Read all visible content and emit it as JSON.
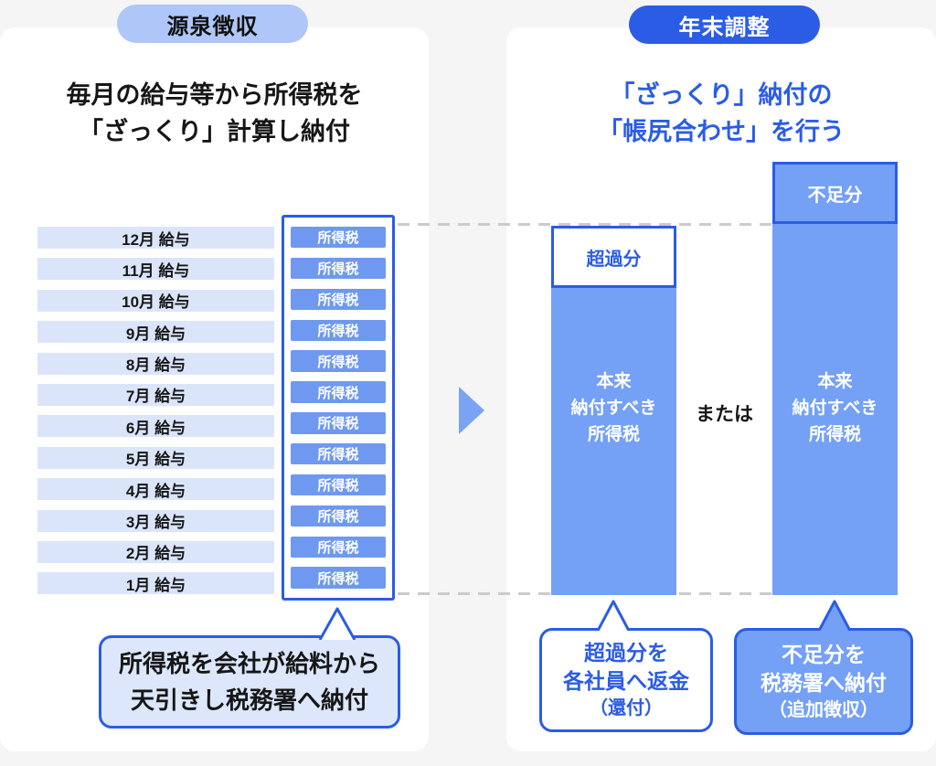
{
  "colors": {
    "page_bg": "#F4F5F4",
    "card_bg": "#FFFFFF",
    "accent_blue": "#2B5CE6",
    "light_pill": "#AFC7F8",
    "row_bg": "#DBE5FA",
    "tax_badge_bg": "#6F99F0",
    "bar_bg": "#74A0F6",
    "callout_light_bg": "#DCE7FB",
    "dash_gray": "#CBCBCB",
    "arrow_blue": "#7AA3F4"
  },
  "left_panel": {
    "badge": "源泉徴収",
    "title_line1": "毎月の給与等から所得税を",
    "title_line2": "「ざっくり」計算し納付",
    "months": [
      "12月 給与",
      "11月 給与",
      "10月 給与",
      "9月 給与",
      "8月 給与",
      "7月 給与",
      "6月 給与",
      "5月 給与",
      "4月 給与",
      "3月 給与",
      "2月 給与",
      "1月 給与"
    ],
    "tax_label": "所得税",
    "callout_line1": "所得税を会社が給料から",
    "callout_line2": "天引きし税務署へ納付"
  },
  "right_panel": {
    "badge": "年末調整",
    "title_line1": "「ざっくり」納付の",
    "title_line2": "「帳尻合わせ」を行う",
    "excess_label": "超過分",
    "shortage_label": "不足分",
    "bar_line1": "本来",
    "bar_line2": "納付すべき",
    "bar_line3": "所得税",
    "or_label": "または",
    "refund_callout": {
      "line1": "超過分を",
      "line2": "各社員へ返金",
      "line3": "（還付）"
    },
    "payment_callout": {
      "line1": "不足分を",
      "line2": "税務署へ納付",
      "line3": "（追加徴収）"
    }
  }
}
